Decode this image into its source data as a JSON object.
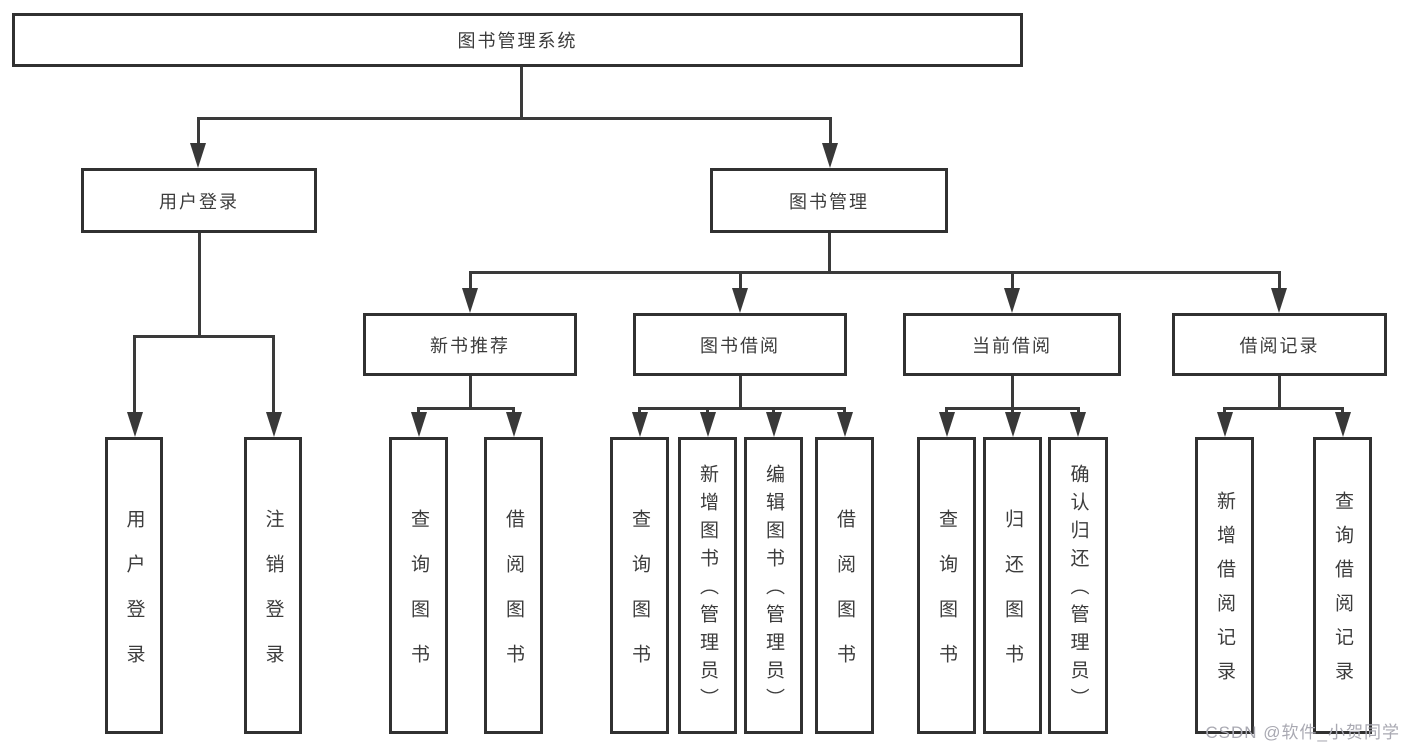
{
  "nodes": {
    "root": {
      "label": "图书管理系统"
    },
    "user_login": {
      "label": "用户登录"
    },
    "book_mgmt": {
      "label": "图书管理"
    },
    "new_books": {
      "label": "新书推荐"
    },
    "borrow": {
      "label": "图书借阅"
    },
    "current": {
      "label": "当前借阅"
    },
    "records": {
      "label": "借阅记录"
    }
  },
  "leaves": {
    "user_login": [
      {
        "label": "用户登录"
      },
      {
        "label": "注销登录"
      }
    ],
    "new_books": [
      {
        "label": "查询图书"
      },
      {
        "label": "借阅图书"
      }
    ],
    "borrow": [
      {
        "label": "查询图书"
      },
      {
        "label": "新增图书（管理员）"
      },
      {
        "label": "编辑图书（管理员）"
      },
      {
        "label": "借阅图书"
      }
    ],
    "current": [
      {
        "label": "查询图书"
      },
      {
        "label": "归还图书"
      },
      {
        "label": "确认归还（管理员）"
      }
    ],
    "records": [
      {
        "label": "新增借阅记录"
      },
      {
        "label": "查询借阅记录"
      }
    ]
  },
  "watermark": {
    "text": "CSDN @软件_小贺同学"
  },
  "colors": {
    "line": "#3a3a3a",
    "border": "#313131",
    "text": "#3c3c3c",
    "watermark_text": "#a9a9b2",
    "background": "#ffffff"
  }
}
